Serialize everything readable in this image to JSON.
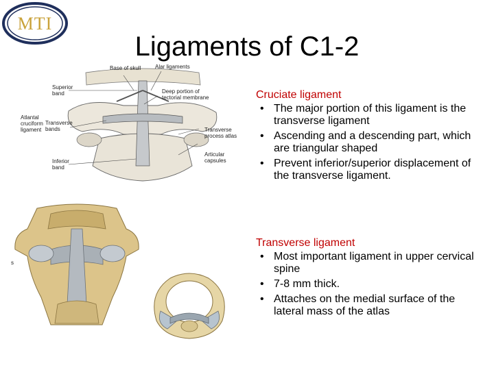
{
  "logo": {
    "text": "MTI",
    "ring_color": "#1f2f5c",
    "text_color": "#c9a23a"
  },
  "title": "Ligaments of C1-2",
  "figure_top": {
    "labels": {
      "base_of_skull": "Base of skull",
      "alar_ligaments": "Alar ligaments",
      "deep_portion_1": "Deep portion of",
      "deep_portion_2": "tectorial membrane",
      "superior_band_1": "Superior",
      "superior_band_2": "band",
      "atlantal_1": "Atlantal",
      "atlantal_2": "cruciform",
      "atlantal_3": "ligament",
      "transverse_bands_1": "Transverse",
      "transverse_bands_2": "bands",
      "inferior_band_1": "Inferior",
      "inferior_band_2": "band",
      "transverse_process_1": "Transverse",
      "transverse_process_2": "process atlas",
      "articular_1": "Articular",
      "articular_2": "capsules"
    }
  },
  "figure_bottom_left": {
    "label": "s"
  },
  "sections": [
    {
      "heading": "Cruciate ligament",
      "bullets": [
        "The major portion of this ligament is the transverse ligament",
        "Ascending and a descending part, which are triangular shaped",
        "Prevent inferior/superior displacement of the transverse ligament."
      ]
    },
    {
      "heading": "Transverse ligament",
      "bullets": [
        "Most important ligament in upper cervical spine",
        "7-8 mm thick.",
        "Attaches on the medial surface of the lateral mass of the atlas"
      ]
    }
  ],
  "bullet_char": "•",
  "colors": {
    "heading": "#c00000",
    "bone": "#d9c48f",
    "ligament": "#9aa3ab"
  }
}
